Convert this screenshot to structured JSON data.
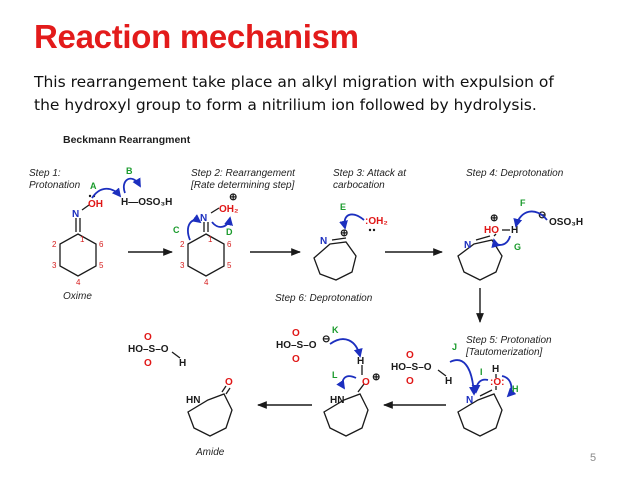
{
  "slide": {
    "title": "Reaction mechanism",
    "body_line_1": "This rearrangement take place an alkyl migration with expulsion of",
    "body_line_2": "the hydroxyl group to form a nitrilium ion followed by hydrolysis.",
    "page_number": "5"
  },
  "figure": {
    "heading": "Beckmann Rearrangment",
    "step1_title": "Step 1:",
    "step1_sub": "Protonation",
    "step2_title": "Step 2: Rearrangement",
    "step2_sub": "[Rate determining step]",
    "step3_title": "Step 3: Attack at",
    "step3_sub": "carbocation",
    "step4_title": "Step 4: Deprotonation",
    "step5_title": "Step 5: Protonation",
    "step5_sub": "[Tautomerization]",
    "step6_title": "Step 6: Deprotonation",
    "oxime_label": "Oxime",
    "amide_label": "Amide",
    "acid_formula": "H—OSO₃H",
    "bisulfate": "OSO₃H",
    "ring_numbers": [
      "1",
      "2",
      "3",
      "4",
      "5",
      "6"
    ],
    "letters": [
      "A",
      "B",
      "C",
      "D",
      "E",
      "F",
      "G",
      "I",
      "J",
      "H",
      "K",
      "L"
    ]
  }
}
